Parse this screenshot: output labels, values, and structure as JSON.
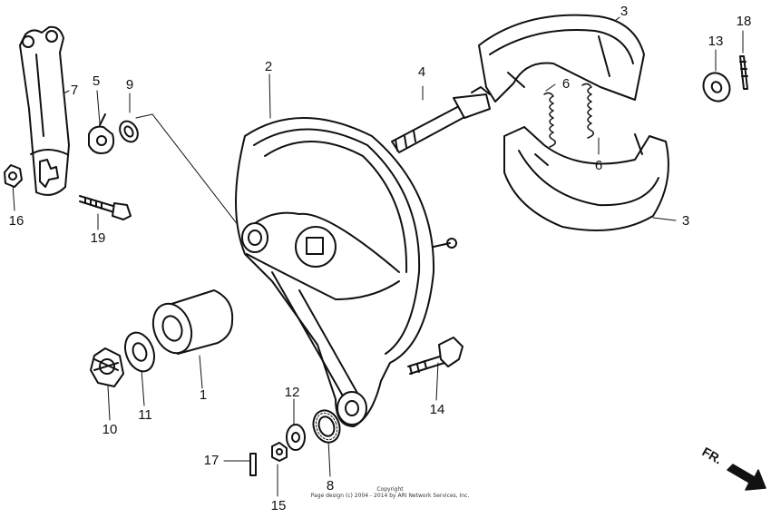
{
  "diagram": {
    "labels": {
      "p1": "1",
      "p2": "2",
      "p3a": "3",
      "p3b": "3",
      "p4": "4",
      "p5": "5",
      "p6a": "6",
      "p6b": "6",
      "p7": "7",
      "p8": "8",
      "p9": "9",
      "p10": "10",
      "p11": "11",
      "p12": "12",
      "p13": "13",
      "p14": "14",
      "p15": "15",
      "p16": "16",
      "p17": "17",
      "p18": "18",
      "p19": "19"
    },
    "direction_label": "FR.",
    "copyright_line1": "Copyright",
    "copyright_line2": "Page design (c) 2004 - 2014 by ARI Network Services, Inc."
  }
}
